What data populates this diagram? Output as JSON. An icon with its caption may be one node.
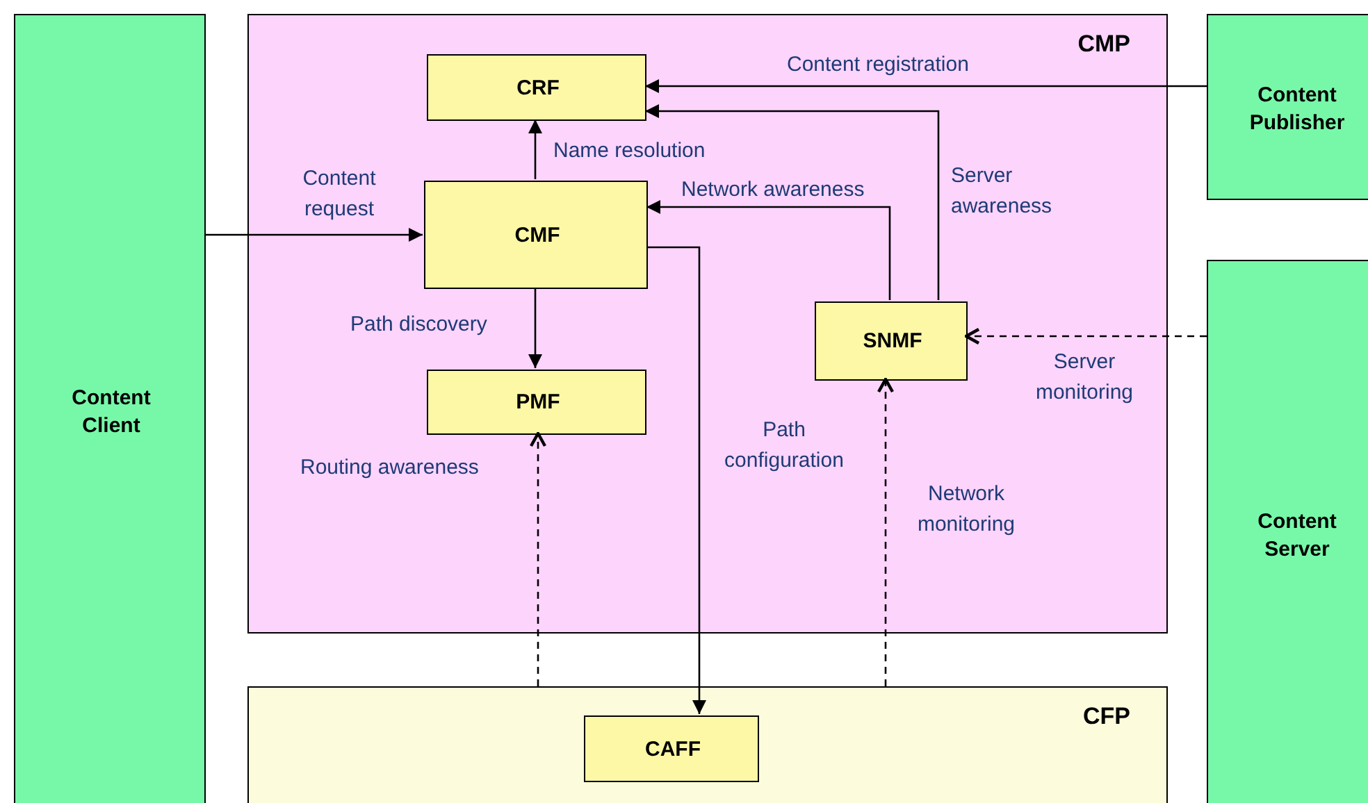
{
  "diagram": {
    "nodes": [
      {
        "text": [
          "Content Client"
        ]
      },
      {
        "text": [
          "CMP"
        ]
      },
      {
        "text": [
          "CRF"
        ],
        "in": 1
      },
      {
        "text": [
          "CMF"
        ],
        "in": 1
      },
      {
        "text": [
          "PMF"
        ],
        "in": 1
      },
      {
        "text": [
          "SNMF"
        ],
        "in": 1
      },
      {
        "text": [
          "CFP"
        ]
      },
      {
        "text": [
          "CAFF"
        ],
        "in": 6
      },
      {
        "text": [
          "Content Publisher"
        ]
      },
      {
        "text": [
          "Content Server"
        ]
      }
    ],
    "edges": [
      {
        "from": 0,
        "to": 3,
        "arrow": "to",
        "label": "Content request"
      },
      {
        "from": 8,
        "to": 2,
        "arrow": "to",
        "label": "Content registration"
      },
      {
        "from": 3,
        "to": 2,
        "arrow": "to",
        "label": "Name resolution"
      },
      {
        "from": 5,
        "to": 2,
        "arrow": "to",
        "label": "Server awareness"
      },
      {
        "from": 5,
        "to": 3,
        "arrow": "to",
        "label": "Network awareness"
      },
      {
        "from": 3,
        "to": 4,
        "arrow": "to",
        "label": "Path discovery"
      },
      {
        "from": 3,
        "to": 7,
        "arrow": "to",
        "label": "Path configuration"
      },
      {
        "from": 9,
        "to": 5,
        "arrow": "to",
        "label": "Server monitoring",
        "style": "dashed"
      },
      {
        "from": 6,
        "to": 4,
        "arrow": "to",
        "label": "Routing awareness",
        "style": "dashed"
      },
      {
        "from": 6,
        "to": 5,
        "arrow": "to",
        "label": "Network monitoring",
        "style": "dashed"
      }
    ]
  }
}
